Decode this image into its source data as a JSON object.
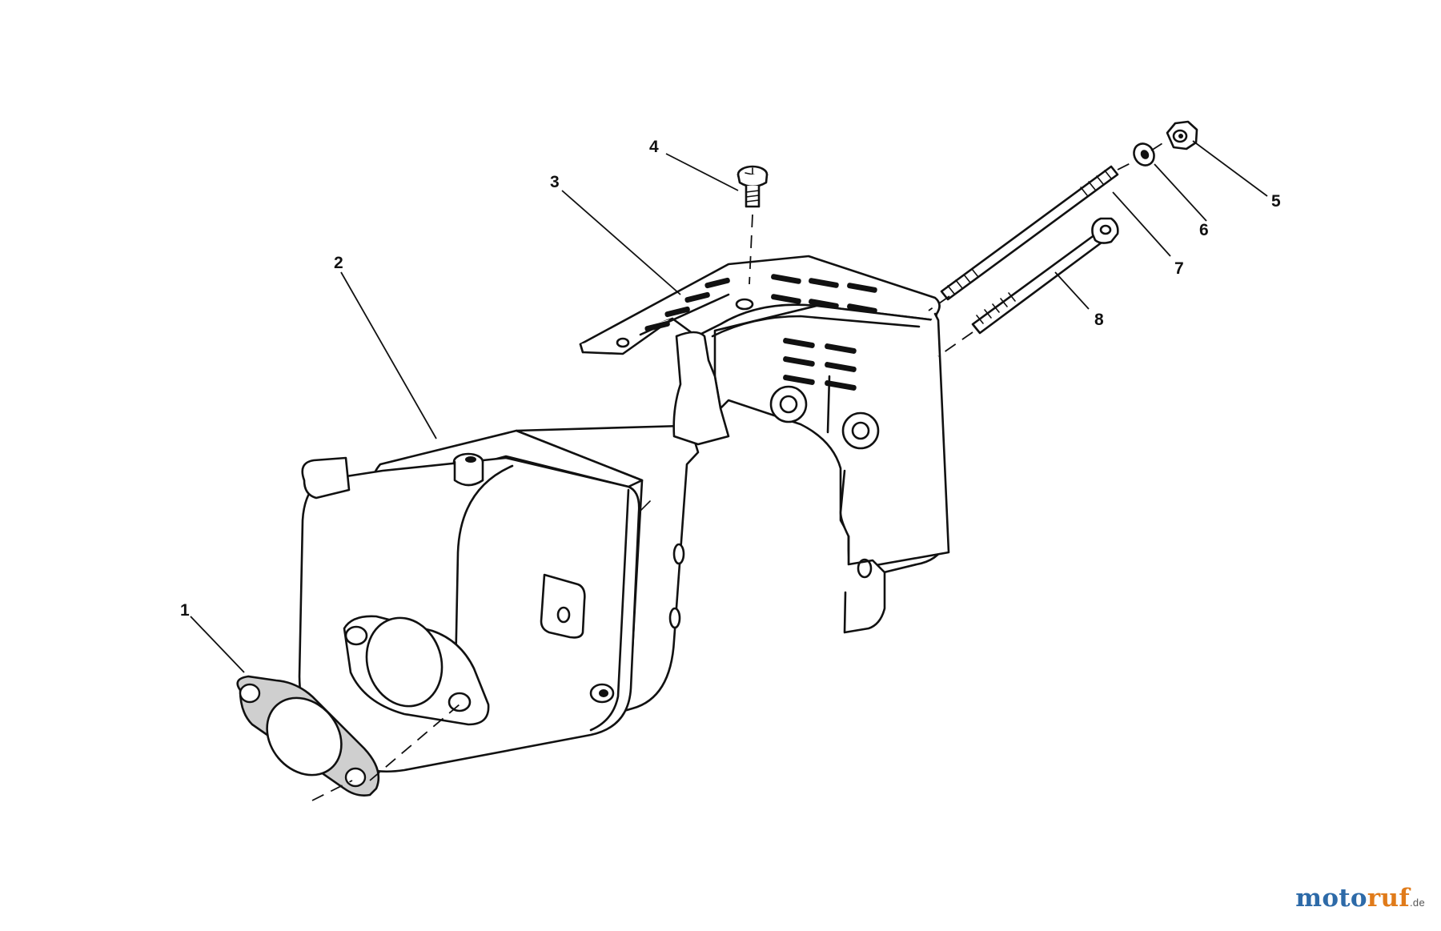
{
  "diagram": {
    "callouts": [
      {
        "id": "1",
        "label": "1"
      },
      {
        "id": "2",
        "label": "2"
      },
      {
        "id": "3",
        "label": "3"
      },
      {
        "id": "4",
        "label": "4"
      },
      {
        "id": "5",
        "label": "5"
      },
      {
        "id": "6",
        "label": "6"
      },
      {
        "id": "7",
        "label": "7"
      },
      {
        "id": "8",
        "label": "8"
      }
    ]
  },
  "watermark": {
    "part_a": "moto",
    "part_b": "ruf",
    "tld": ".de"
  }
}
